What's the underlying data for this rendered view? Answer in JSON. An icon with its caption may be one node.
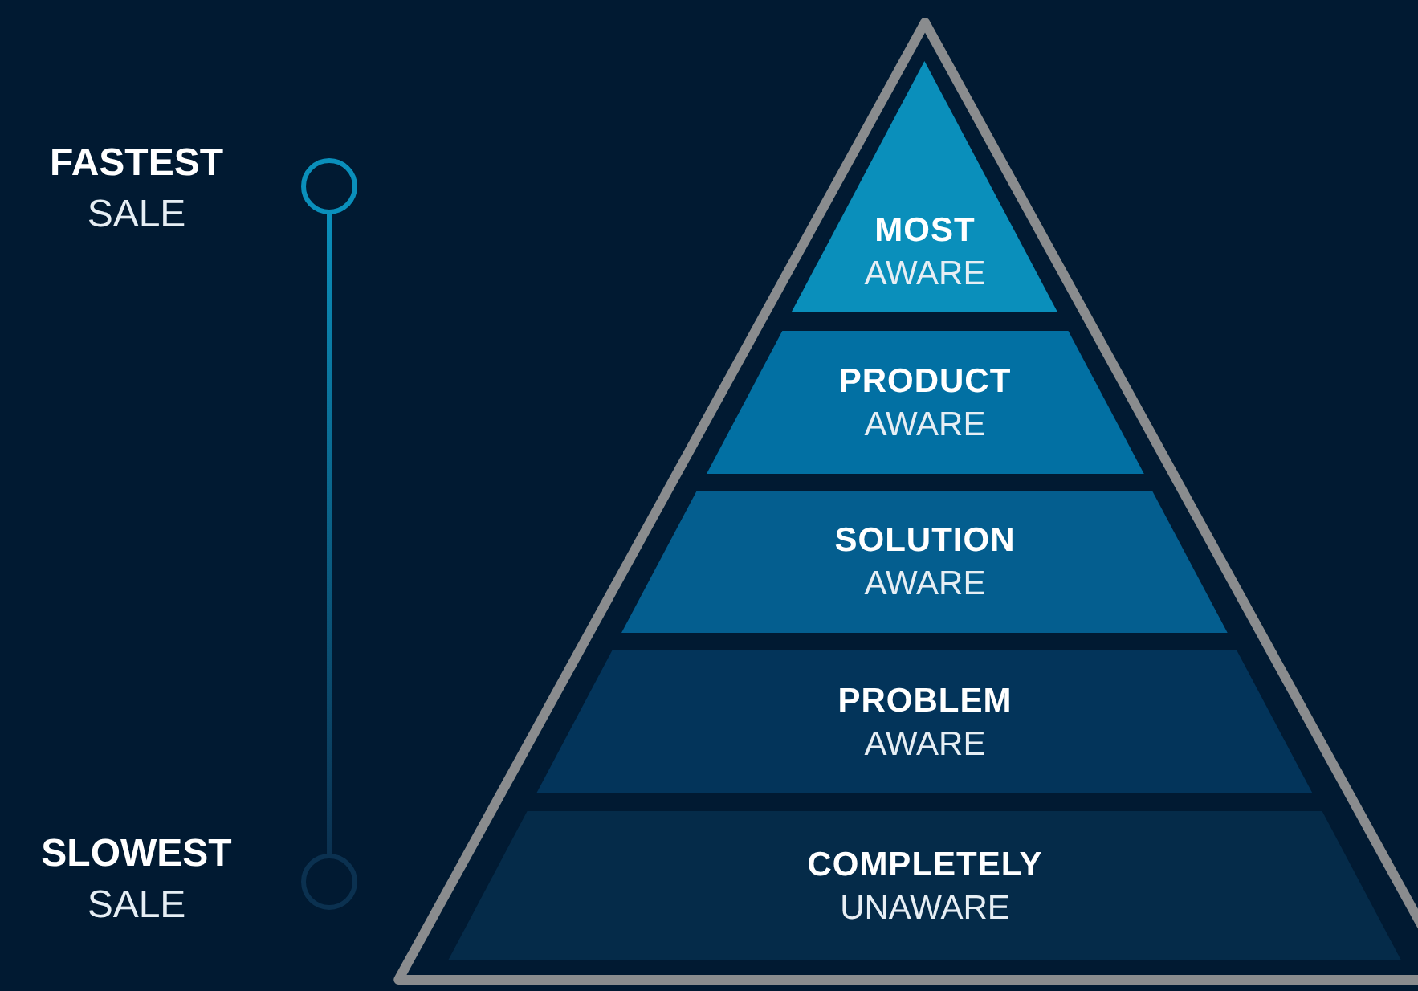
{
  "diagram": {
    "nodes": [
      {
        "text": [],
        "shape": "circle",
        "beside": [
          "FASTEST",
          "SALE"
        ]
      },
      {
        "text": [],
        "shape": "circle",
        "beside": [
          "SLOWEST",
          "SALE"
        ]
      },
      {
        "text": [
          "MOST",
          "AWARE"
        ]
      },
      {
        "text": [
          "PRODUCT",
          "AWARE"
        ]
      },
      {
        "text": [
          "SOLUTION",
          "AWARE"
        ]
      },
      {
        "text": [
          "PROBLEM",
          "AWARE"
        ]
      },
      {
        "text": [
          "COMPLETELY",
          "UNAWARE"
        ]
      }
    ],
    "edges": [
      {
        "from": 0,
        "to": 1,
        "arrow": "none"
      }
    ]
  }
}
